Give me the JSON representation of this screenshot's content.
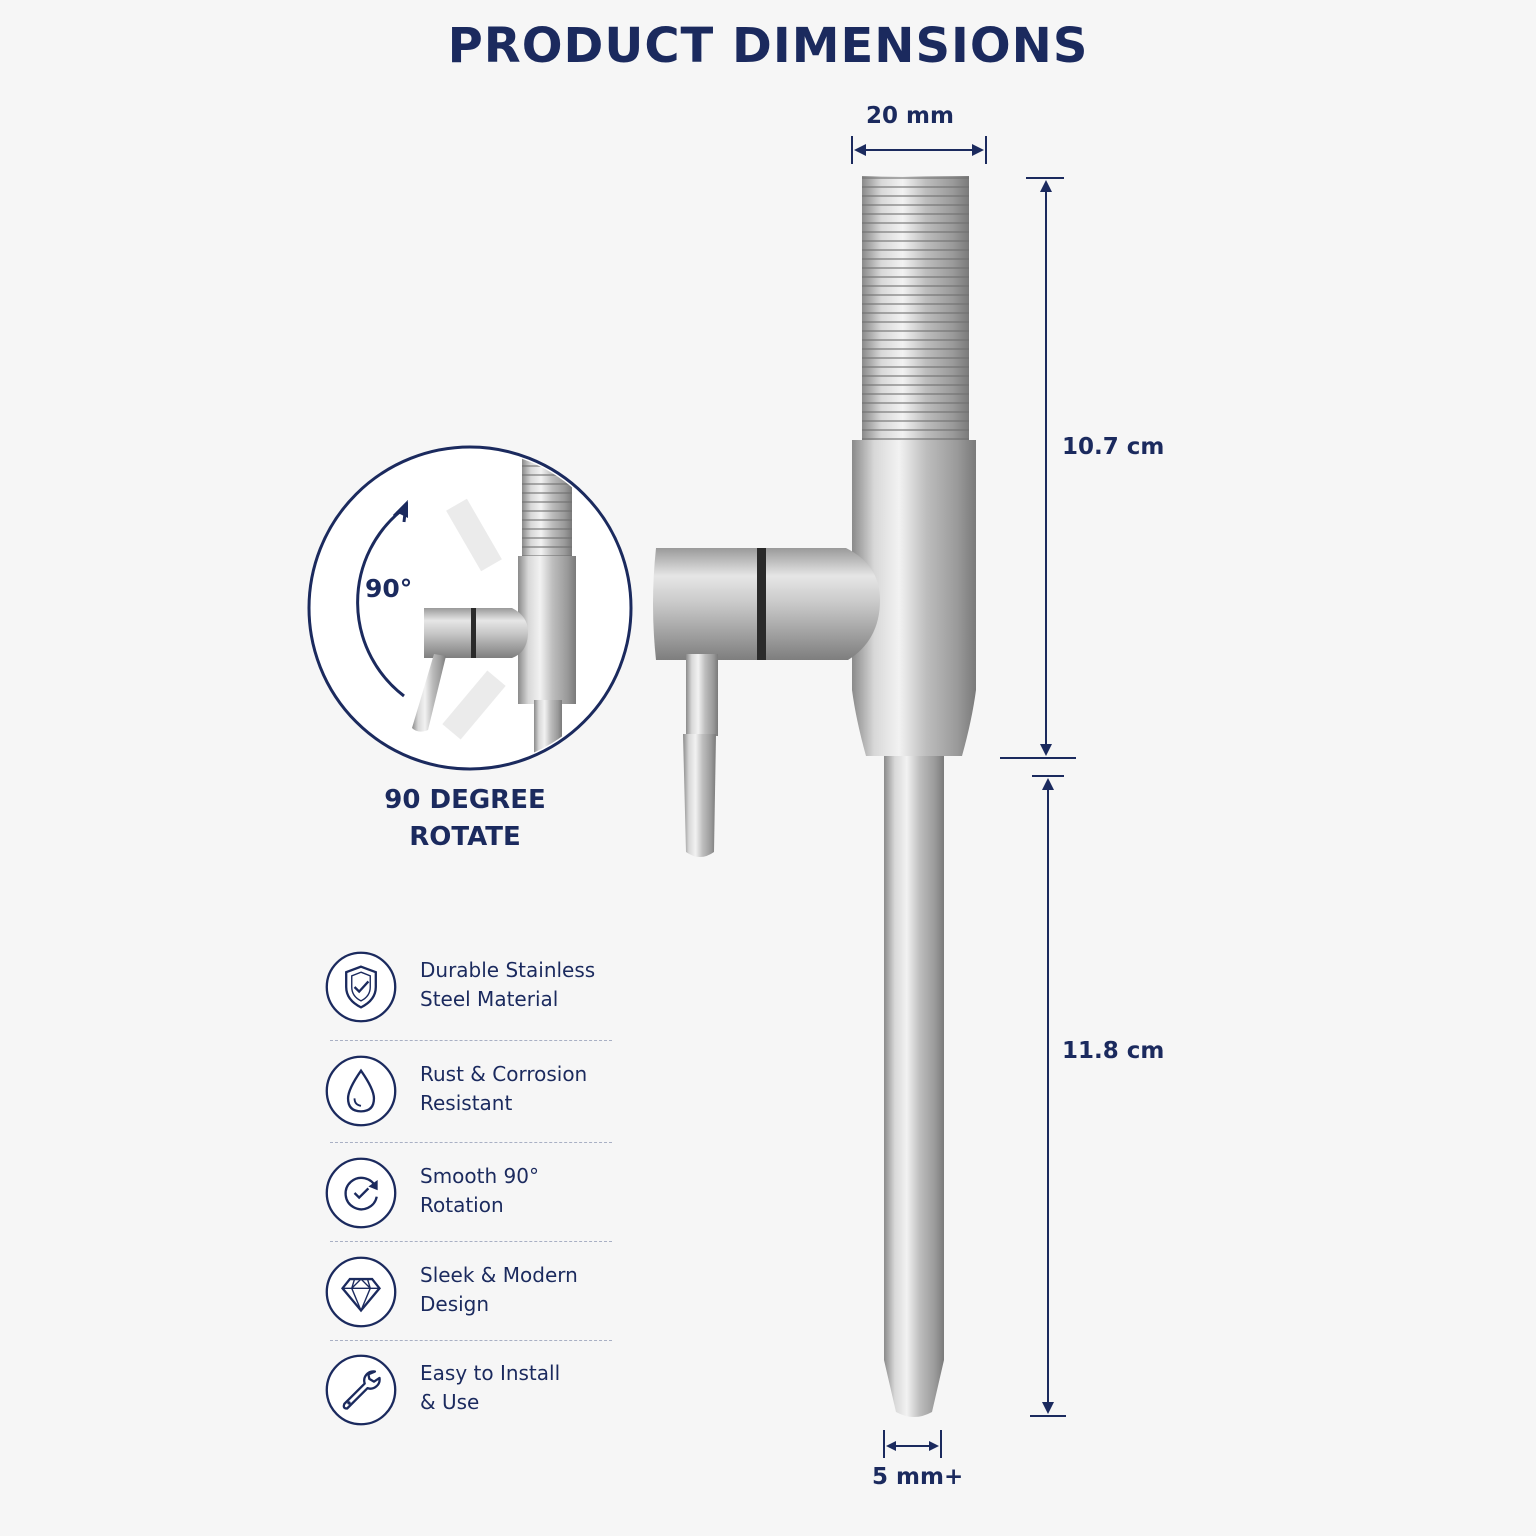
{
  "title": "PRODUCT DIMENSIONS",
  "dimensions": {
    "top_width": "20 mm",
    "upper_height": "10.7 cm",
    "lower_height": "11.8 cm",
    "tip_width": "5 mm+"
  },
  "rotation": {
    "angle_label": "90°",
    "caption_line1": "90 DEGREE",
    "caption_line2": "ROTATE"
  },
  "features": [
    {
      "icon": "shield-check-icon",
      "line1": "Durable Stainless",
      "line2": "Steel Material"
    },
    {
      "icon": "water-drop-icon",
      "line1": "Rust & Corrosion",
      "line2": "Resistant"
    },
    {
      "icon": "rotate-check-icon",
      "line1": "Smooth 90°",
      "line2": "Rotation"
    },
    {
      "icon": "diamond-icon",
      "line1": "Sleek & Modern",
      "line2": "Design"
    },
    {
      "icon": "wrench-icon",
      "line1": "Easy to Install",
      "line2": "& Use"
    }
  ],
  "colors": {
    "accent": "#1b2a5e",
    "background": "#f6f6f6",
    "steel": "#b8b8b8"
  }
}
